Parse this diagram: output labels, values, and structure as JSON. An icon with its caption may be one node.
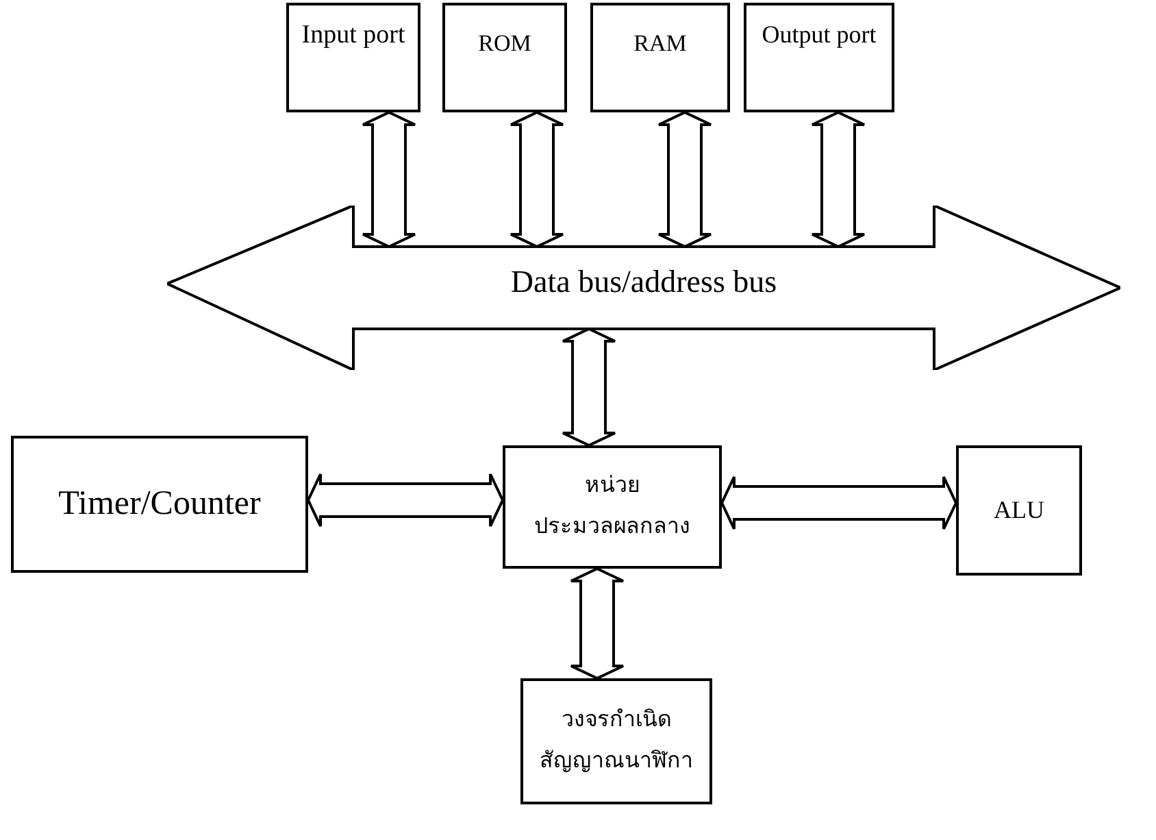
{
  "diagram": {
    "nodes": [
      {
        "text": [
          "Input port"
        ]
      },
      {
        "text": [
          "ROM"
        ]
      },
      {
        "text": [
          "RAM"
        ]
      },
      {
        "text": [
          "Output port"
        ]
      },
      {
        "text": [
          "Data bus/address bus"
        ]
      },
      {
        "text": [
          "Timer/Counter"
        ]
      },
      {
        "text": [
          "หน่วย",
          "ประมวลผลกลาง"
        ]
      },
      {
        "text": [
          "ALU"
        ]
      },
      {
        "text": [
          "วงจรกำเนิดสัญญาณนาฬิกา"
        ]
      }
    ],
    "edges": [
      {
        "from": 0,
        "to": 4,
        "arrow": "both"
      },
      {
        "from": 1,
        "to": 4,
        "arrow": "both"
      },
      {
        "from": 2,
        "to": 4,
        "arrow": "both"
      },
      {
        "from": 3,
        "to": 4,
        "arrow": "both"
      },
      {
        "from": 4,
        "to": 6,
        "arrow": "both"
      },
      {
        "from": 5,
        "to": 6,
        "arrow": "both"
      },
      {
        "from": 6,
        "to": 7,
        "arrow": "both"
      },
      {
        "from": 6,
        "to": 8,
        "arrow": "both"
      }
    ]
  }
}
